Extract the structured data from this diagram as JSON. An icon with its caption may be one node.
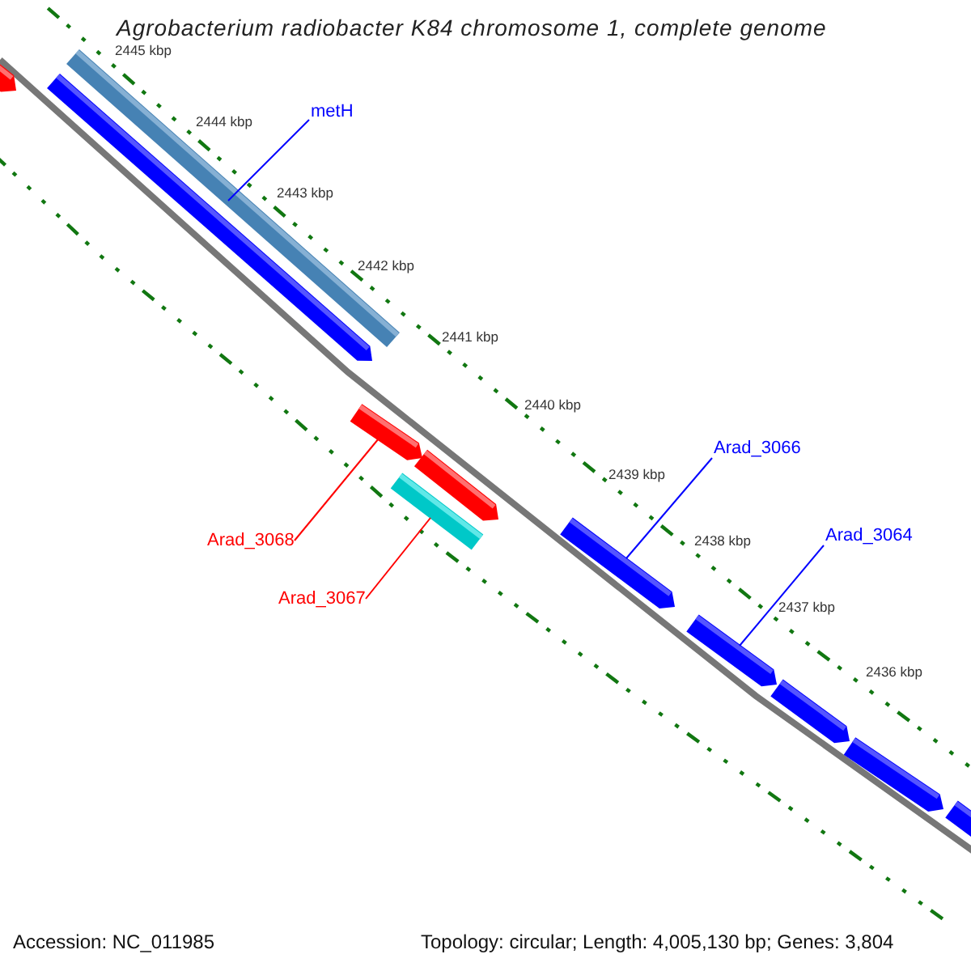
{
  "diagram": {
    "title": "Agrobacterium radiobacter K84 chromosome 1, complete genome",
    "nodes": [
      {
        "text": [
          "metH"
        ]
      },
      {
        "text": [],
        "shape": "bar"
      },
      {
        "text": [
          "Arad_3066"
        ]
      },
      {
        "text": [],
        "shape": "arrow"
      },
      {
        "text": [
          "Arad_3064"
        ]
      },
      {
        "text": [],
        "shape": "arrow"
      },
      {
        "text": [
          "Arad_3068"
        ]
      },
      {
        "text": [],
        "shape": "arrow"
      },
      {
        "text": [
          "Arad_3067"
        ]
      },
      {
        "text": [],
        "shape": "bar"
      },
      {
        "text": [],
        "shape": "arrow"
      },
      {
        "text": [],
        "shape": "arrow"
      },
      {
        "text": [],
        "shape": "arrow"
      },
      {
        "text": [],
        "shape": "arrow"
      },
      {
        "text": [],
        "shape": "arrow"
      },
      {
        "text": [],
        "shape": "arrow"
      }
    ],
    "edges": [
      {
        "from": 0,
        "to": 1,
        "arrow": "none"
      },
      {
        "from": 2,
        "to": 3,
        "arrow": "none"
      },
      {
        "from": 4,
        "to": 5,
        "arrow": "none"
      },
      {
        "from": 6,
        "to": 7,
        "arrow": "none",
        "color": "#ff0000"
      },
      {
        "from": 8,
        "to": 9,
        "arrow": "none",
        "color": "#ff0000"
      }
    ],
    "labels": [
      "2445 kbp",
      "2444 kbp",
      "2443 kbp",
      "2442 kbp",
      "2441 kbp",
      "2440 kbp",
      "2439 kbp",
      "2438 kbp",
      "2437 kbp",
      "2436 kbp",
      "Accession: NC_011985",
      "Topology: circular; Length: 4,005,130 bp; Genes: 3,804"
    ]
  }
}
